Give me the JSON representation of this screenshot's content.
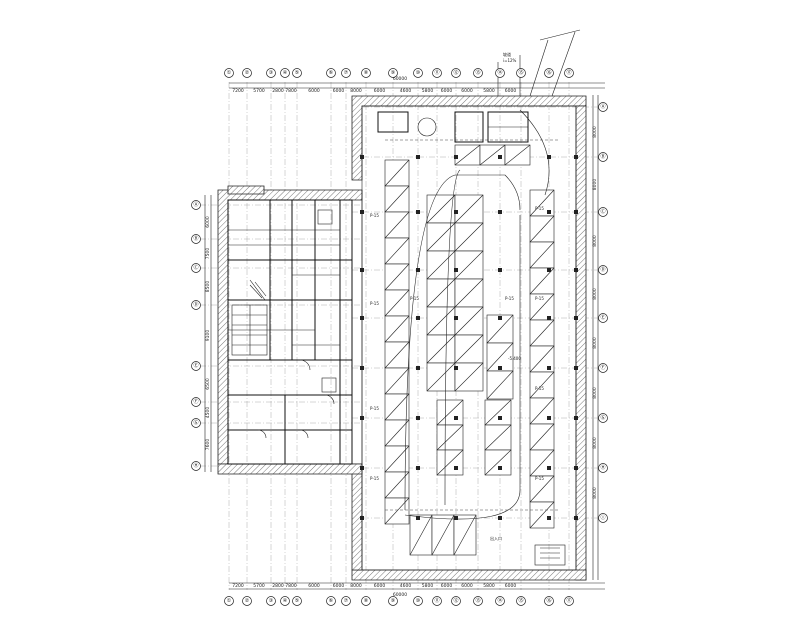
{
  "grid_top": [
    "①",
    "②",
    "③",
    "④",
    "⑤",
    "⑥",
    "⑦",
    "⑧",
    "⑨",
    "⑩",
    "⑪",
    "⑫",
    "⑬",
    "⑭",
    "⑮",
    "⑯",
    "⑰"
  ],
  "grid_bottom": [
    "①",
    "②",
    "③",
    "④",
    "⑤",
    "⑥",
    "⑦",
    "⑧",
    "⑨",
    "⑩",
    "⑪",
    "⑫",
    "⑬",
    "⑭",
    "⑮",
    "⑯",
    "⑰"
  ],
  "grid_left": [
    "Ⓐ",
    "Ⓑ",
    "Ⓒ",
    "Ⓓ",
    "Ⓔ",
    "Ⓕ",
    "Ⓖ",
    "Ⓗ"
  ],
  "grid_right": [
    "Ⓐ",
    "Ⓑ",
    "Ⓒ",
    "Ⓓ",
    "Ⓔ",
    "Ⓕ",
    "Ⓖ",
    "Ⓗ",
    "Ⓘ"
  ],
  "dims_top": [
    "7200",
    "5700",
    "2800",
    "7800",
    "6000",
    "6000",
    "8000",
    "6000",
    "4600",
    "5800",
    "6000",
    "6000",
    "5800",
    "6000"
  ],
  "dims_bottom": [
    "7200",
    "5700",
    "2800",
    "7800",
    "6000",
    "6000",
    "8000",
    "6000",
    "4600",
    "5800",
    "6000",
    "6000",
    "5800",
    "6000"
  ],
  "total_dim_top": "60000",
  "total_dim_bottom": "60000",
  "dims_left": [
    "6000",
    "7500",
    "8500",
    "9100",
    "6500",
    "4500",
    "7600"
  ],
  "dims_right": [
    "8000",
    "8000",
    "8000",
    "8000",
    "8000",
    "8000",
    "8000",
    "8000"
  ],
  "stall_label": "P-15",
  "notes": {
    "ramp_label": "坡道",
    "ramp_slope": "i=12%",
    "level_label": "-5.400",
    "exit_label": "出入口"
  }
}
